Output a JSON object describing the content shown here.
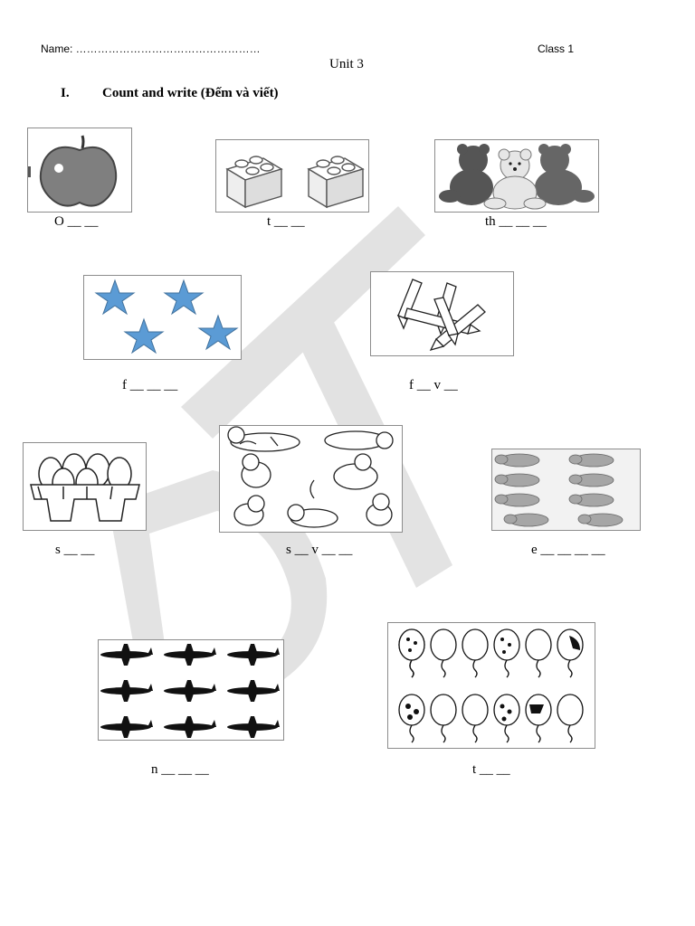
{
  "header": {
    "name_label": "Name: ……………………………………………",
    "class_label": "Class 1",
    "title": "Unit 3"
  },
  "section": {
    "number": "I.",
    "heading": "Count and write (Đếm và viết)"
  },
  "watermark": {
    "text": "DT",
    "color": "#d9d9d9"
  },
  "items": [
    {
      "picture": "apple",
      "prompt": "O __ __"
    },
    {
      "picture": "building-blocks",
      "prompt": "t __ __"
    },
    {
      "picture": "teddy-bears",
      "prompt": "th __ __ __"
    },
    {
      "picture": "stars",
      "prompt": "f __ __ __"
    },
    {
      "picture": "pencils",
      "prompt": "f __ v __"
    },
    {
      "picture": "eggs",
      "prompt": "s __ __"
    },
    {
      "picture": "cats",
      "prompt": "s __ v __ __"
    },
    {
      "picture": "hippos",
      "prompt": "e __ __ __ __"
    },
    {
      "picture": "planes",
      "prompt": "n __ __ __"
    },
    {
      "picture": "balloons",
      "prompt": "t __ __"
    }
  ],
  "colors": {
    "star": "#5b9bd5",
    "apple": "#7f7f7f"
  }
}
